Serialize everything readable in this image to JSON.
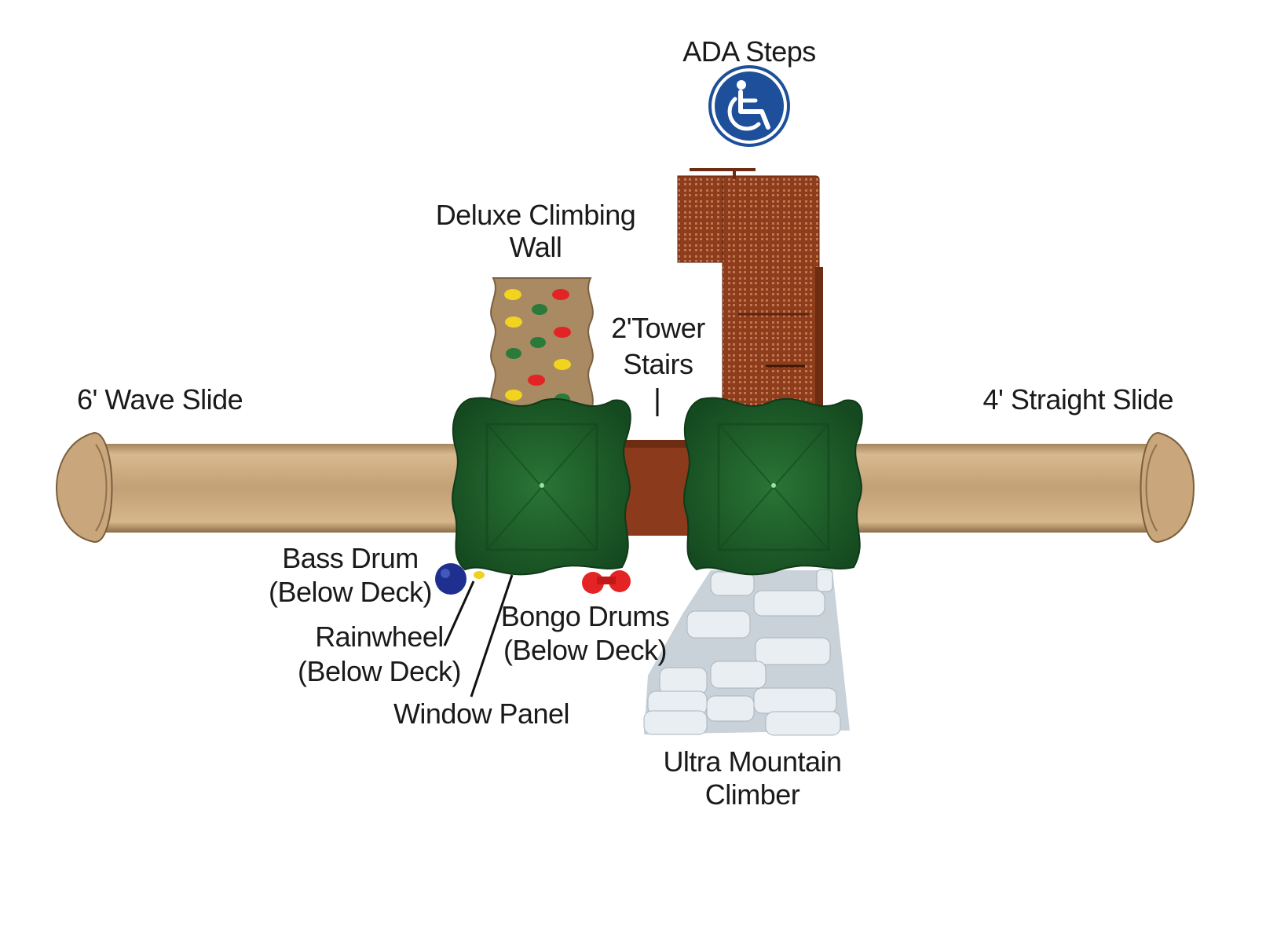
{
  "labels": {
    "ada_steps": "ADA Steps",
    "climbing_wall_line1": "Deluxe Climbing",
    "climbing_wall_line2": "Wall",
    "tower_stairs_line1": "2'Tower",
    "tower_stairs_line2": "Stairs",
    "wave_slide": "6' Wave Slide",
    "straight_slide": "4' Straight Slide",
    "bass_drum_line1": "Bass Drum",
    "bass_drum_line2": "(Below Deck)",
    "bongo_drums_line1": "Bongo Drums",
    "bongo_drums_line2": "(Below Deck)",
    "rainwheel_line1": "Rainwheel",
    "rainwheel_line2": "(Below Deck)",
    "window_panel": "Window Panel",
    "mountain_climber_line1": "Ultra Mountain",
    "mountain_climber_line2": "Climber"
  },
  "icons": {
    "ada": "wheelchair-accessibility-icon"
  },
  "colors": {
    "slide_tan": "#c8a478",
    "roof_green": "#1f5a2a",
    "deck_brown": "#8b3b1c",
    "ada_blue": "#1d4f9a",
    "climber_gray": "#dfe5ea",
    "wall_tan": "#a98a63"
  }
}
